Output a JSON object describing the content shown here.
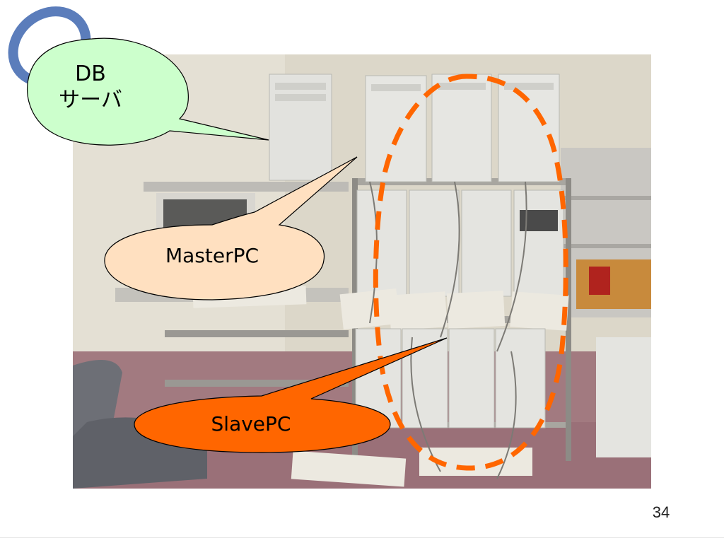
{
  "slide": {
    "callouts": {
      "db_server": {
        "line1": "DB",
        "line2": "サーバ",
        "fill": "#ccffcc"
      },
      "master_pc": {
        "label": "MasterPC",
        "fill": "#ffe0c0"
      },
      "slave_pc": {
        "label": "SlavePC",
        "fill": "#ff6600"
      }
    },
    "highlight_color": "#ff6600",
    "accent_ring_color": "#5b7dbb",
    "page_number": "34"
  }
}
